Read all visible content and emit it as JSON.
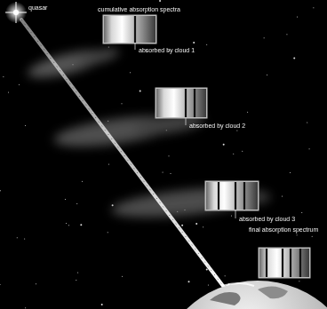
{
  "diagram": {
    "labels": [
      "quasar",
      "cumulative absorption spectra",
      "absorbed by cloud 1",
      "absorbed by cloud 2",
      "absorbed by cloud 3",
      "final absorption spectrum"
    ]
  }
}
